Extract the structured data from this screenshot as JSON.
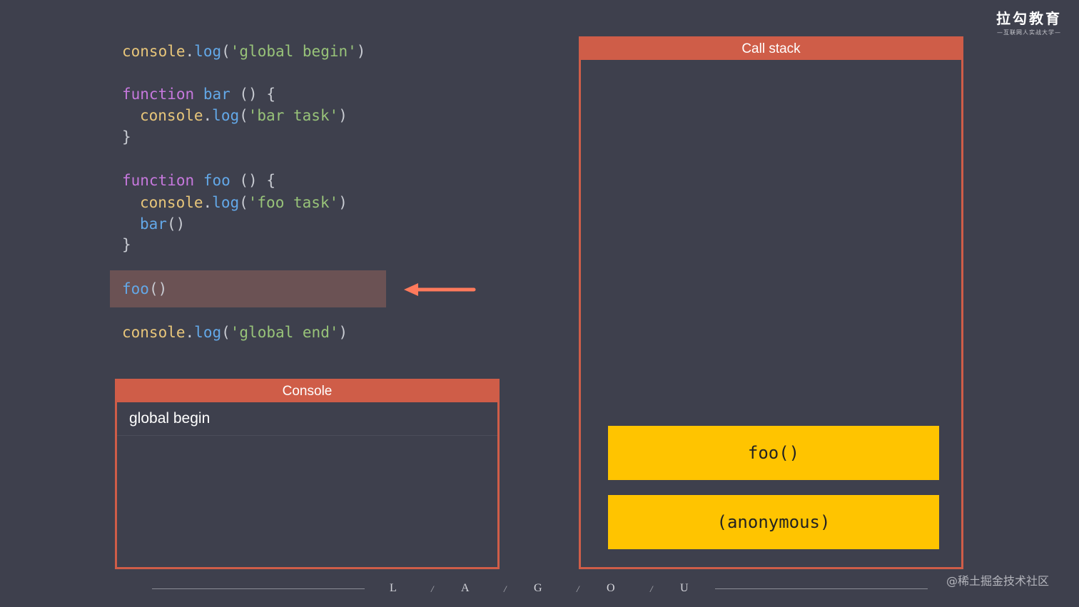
{
  "code": {
    "line1": {
      "obj": "console",
      "dot": ".",
      "fn": "log",
      "open": "(",
      "str": "'global begin'",
      "close": ")"
    },
    "line2": {
      "kw": "function",
      "name": "bar",
      "rest": " () {"
    },
    "line3": {
      "obj": "console",
      "dot": ".",
      "fn": "log",
      "open": "(",
      "str": "'bar task'",
      "close": ")"
    },
    "line4": {
      "brace": "}"
    },
    "line5": {
      "kw": "function",
      "name": "foo",
      "rest": " () {"
    },
    "line6": {
      "obj": "console",
      "dot": ".",
      "fn": "log",
      "open": "(",
      "str": "'foo task'",
      "close": ")"
    },
    "line7": {
      "fn": "bar",
      "rest": "()"
    },
    "line8": {
      "brace": "}"
    },
    "line9": {
      "fn": "foo",
      "rest": "()"
    },
    "line10": {
      "obj": "console",
      "dot": ".",
      "fn": "log",
      "open": "(",
      "str": "'global end'",
      "close": ")"
    }
  },
  "console_panel": {
    "title": "Console",
    "lines": [
      "global begin"
    ]
  },
  "call_stack": {
    "title": "Call stack",
    "frames": [
      "foo()",
      "(anonymous)"
    ]
  },
  "logo": {
    "main": "拉勾教育",
    "sub": "—互联网人实战大学—"
  },
  "footer": {
    "letters": [
      "L",
      "A",
      "G",
      "O",
      "U"
    ],
    "separator": "/"
  },
  "watermark": "@稀土掘金技术社区",
  "colors": {
    "background": "#3e404d",
    "accent": "#cf5d48",
    "stack_frame": "#ffc400",
    "highlight": "#6b5254",
    "arrow": "#ff7a5c"
  }
}
